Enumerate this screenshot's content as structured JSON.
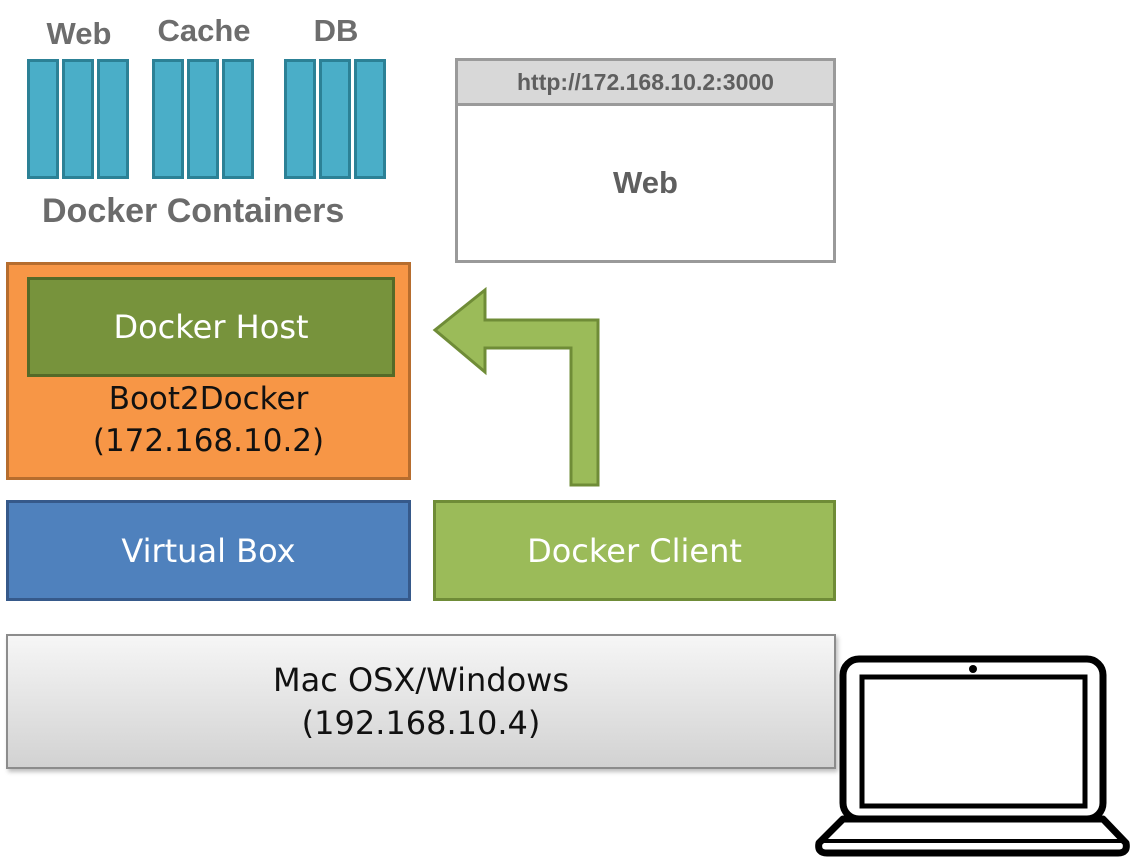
{
  "containers": {
    "labels": [
      "Web",
      "Cache",
      "DB"
    ],
    "caption": "Docker Containers"
  },
  "browser": {
    "url": "http://172.168.10.2:3000",
    "content": "Web"
  },
  "boot2docker": {
    "docker_host": "Docker Host",
    "name": "Boot2Docker",
    "ip": "(172.168.10.2)"
  },
  "virtual_box": "Virtual Box",
  "docker_client": "Docker Client",
  "host_os": {
    "name": "Mac OSX/Windows",
    "ip": "(192.168.10.4)"
  },
  "colors": {
    "container": "#4aaec8",
    "boot2docker": "#f79646",
    "docker_host": "#77933c",
    "virtual_box": "#4f81bd",
    "docker_client": "#9bbb59",
    "arrow": "#9bbb59"
  },
  "icons": [
    "laptop-icon",
    "arrow-up-left-icon"
  ]
}
